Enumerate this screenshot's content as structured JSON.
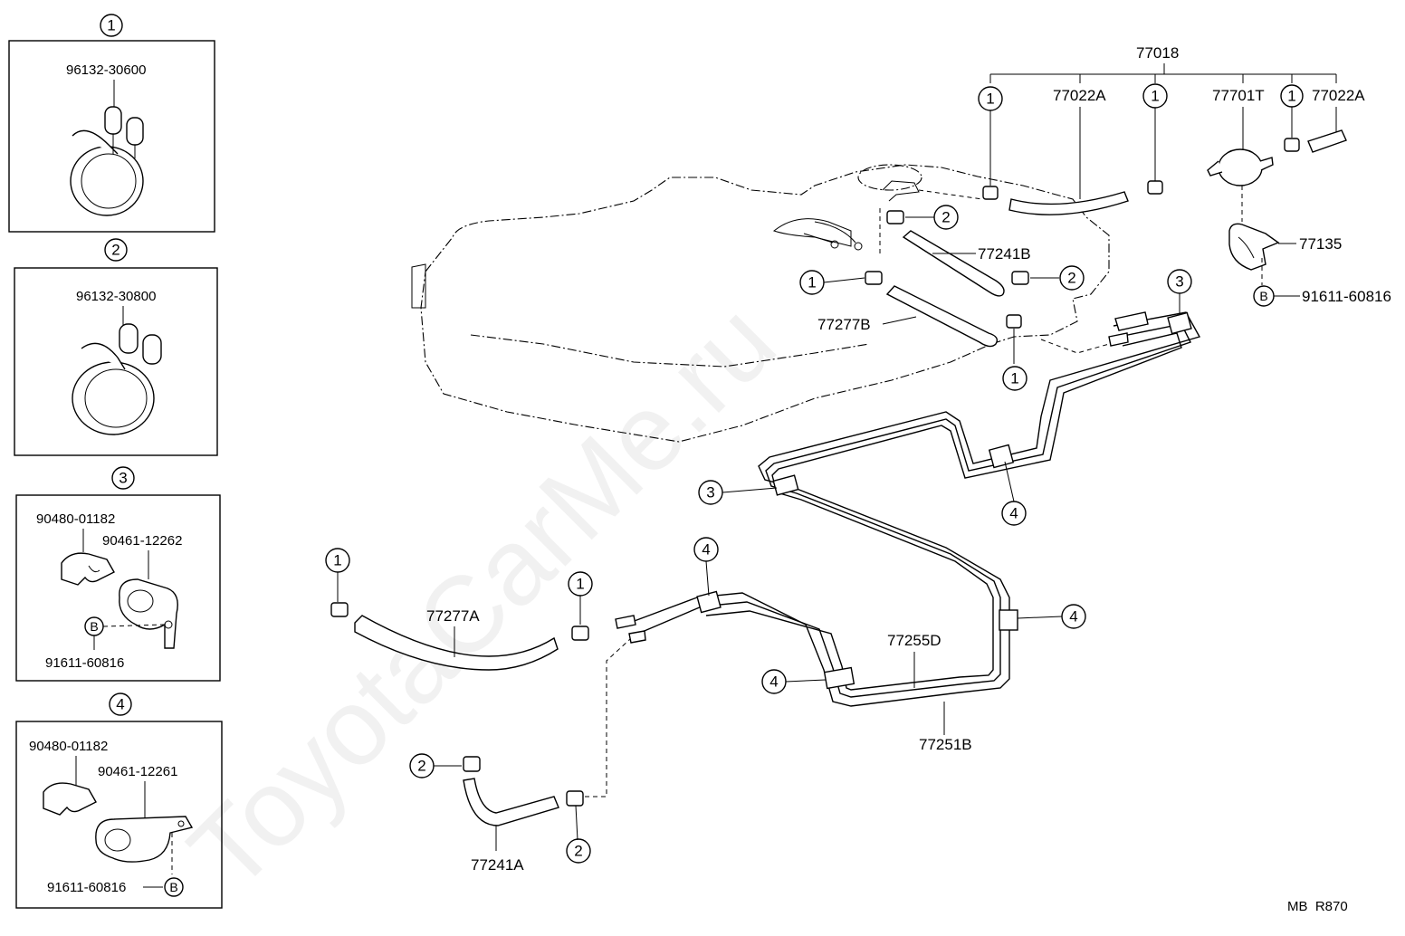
{
  "insets": [
    {
      "number": "1",
      "parts": [
        "96132-30600"
      ]
    },
    {
      "number": "2",
      "parts": [
        "96132-30800"
      ]
    },
    {
      "number": "3",
      "parts": [
        "90480-01182",
        "90461-12262",
        "91611-60816"
      ],
      "bolt": "B"
    },
    {
      "number": "4",
      "parts": [
        "90480-01182",
        "90461-12261",
        "91611-60816"
      ],
      "bolt": "B"
    }
  ],
  "callouts": {
    "c1": "1",
    "c2": "2",
    "c3": "3",
    "c4": "4",
    "bolt": "B"
  },
  "parts": {
    "p77018": "77018",
    "p77022A": "77022A",
    "p77701T": "77701T",
    "p77135": "77135",
    "p91611": "91611-60816",
    "p77241B": "77241B",
    "p77277B": "77277B",
    "p77277A": "77277A",
    "p77255D": "77255D",
    "p77251B": "77251B",
    "p77241A": "77241A"
  },
  "footer": {
    "code": "MB  R870"
  },
  "watermark": "ToyotaCarMe.ru"
}
